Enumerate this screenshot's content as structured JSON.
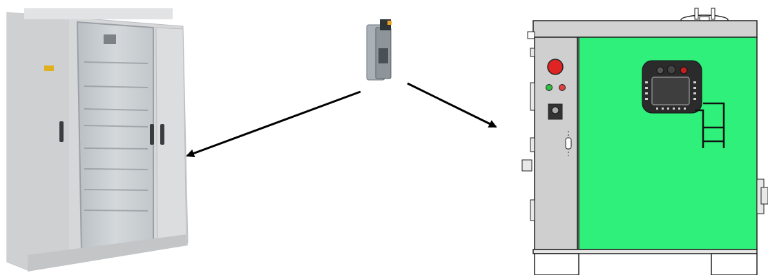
{
  "diagram": {
    "nodes": [
      {
        "id": "cabinet",
        "kind": "electrical-cabinet-photo"
      },
      {
        "id": "module",
        "kind": "io-module-photo"
      },
      {
        "id": "machine",
        "kind": "machine-enclosure-drawing"
      }
    ],
    "edges": [
      {
        "from": "module",
        "to": "cabinet",
        "style": "arrow"
      },
      {
        "from": "module",
        "to": "machine",
        "style": "arrow"
      }
    ]
  },
  "colors": {
    "background": "#ffffff",
    "cabinet_body": "#d9dadb",
    "cabinet_glass": "#c7ccd0",
    "machine_panel": "#2ff07a",
    "machine_frame": "#cfcfcf",
    "estop": "#e02424",
    "led_green": "#30c040",
    "led_red": "#e04040",
    "module_body": "#a9b0b6",
    "module_accent": "#e8a020",
    "arrow": "#000000"
  }
}
